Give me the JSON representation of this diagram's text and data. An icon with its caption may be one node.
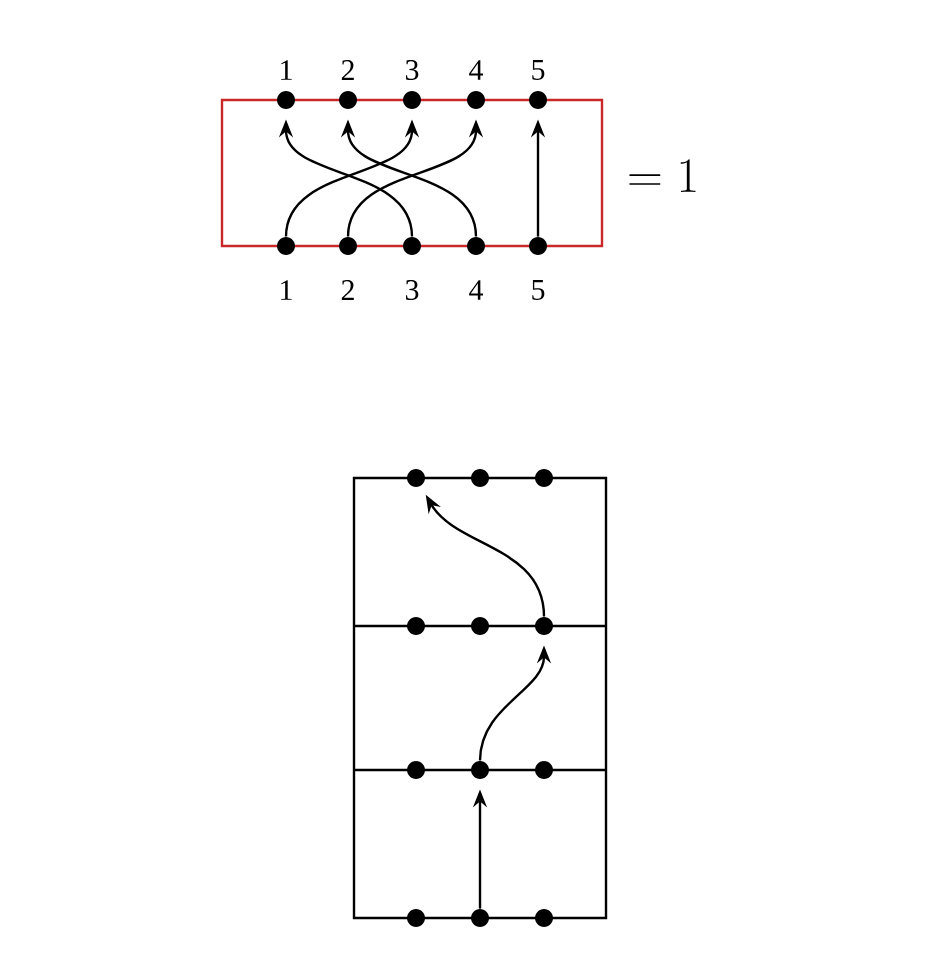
{
  "diagram": {
    "nodes": [
      {
        "text": [],
        "shape": "circle",
        "beside": [
          "1"
        ]
      },
      {
        "text": [],
        "shape": "circle",
        "beside": [
          "2"
        ]
      },
      {
        "text": [],
        "shape": "circle",
        "beside": [
          "3"
        ]
      },
      {
        "text": [],
        "shape": "circle",
        "beside": [
          "4"
        ]
      },
      {
        "text": [],
        "shape": "circle",
        "beside": [
          "5"
        ]
      },
      {
        "text": [],
        "shape": "circle",
        "beside": [
          "1"
        ]
      },
      {
        "text": [],
        "shape": "circle",
        "beside": [
          "2"
        ]
      },
      {
        "text": [],
        "shape": "circle",
        "beside": [
          "3"
        ]
      },
      {
        "text": [],
        "shape": "circle",
        "beside": [
          "4"
        ]
      },
      {
        "text": [],
        "shape": "circle",
        "beside": [
          "5"
        ]
      },
      {
        "text": [],
        "shape": "circle"
      },
      {
        "text": [],
        "shape": "circle"
      },
      {
        "text": [],
        "shape": "circle"
      },
      {
        "text": [],
        "shape": "circle"
      },
      {
        "text": [],
        "shape": "circle"
      },
      {
        "text": [],
        "shape": "circle"
      },
      {
        "text": [],
        "shape": "circle"
      },
      {
        "text": [],
        "shape": "circle"
      },
      {
        "text": [],
        "shape": "circle"
      },
      {
        "text": [],
        "shape": "circle"
      },
      {
        "text": [],
        "shape": "circle"
      },
      {
        "text": [],
        "shape": "circle"
      }
    ],
    "edges": [
      {
        "from": 5,
        "to": 2,
        "arrow": "to"
      },
      {
        "from": 6,
        "to": 3,
        "arrow": "to"
      },
      {
        "from": 7,
        "to": 0,
        "arrow": "to"
      },
      {
        "from": 8,
        "to": 1,
        "arrow": "to"
      },
      {
        "from": 9,
        "to": 4,
        "arrow": "to"
      },
      {
        "from": 20,
        "to": 17,
        "arrow": "to"
      },
      {
        "from": 17,
        "to": 15,
        "arrow": "to"
      },
      {
        "from": 15,
        "to": 10,
        "arrow": "to"
      }
    ],
    "labels": [
      "= 1"
    ]
  }
}
